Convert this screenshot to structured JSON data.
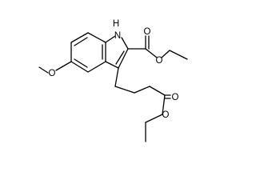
{
  "structure": {
    "atom_labels": {
      "nh": "H",
      "n": "N",
      "ester_top_carbonyl_o": "O",
      "ester_top_ether_o": "O",
      "methoxy_o": "O",
      "ester_bottom_carbonyl_o": "O",
      "ester_bottom_ether_o": "O"
    }
  }
}
